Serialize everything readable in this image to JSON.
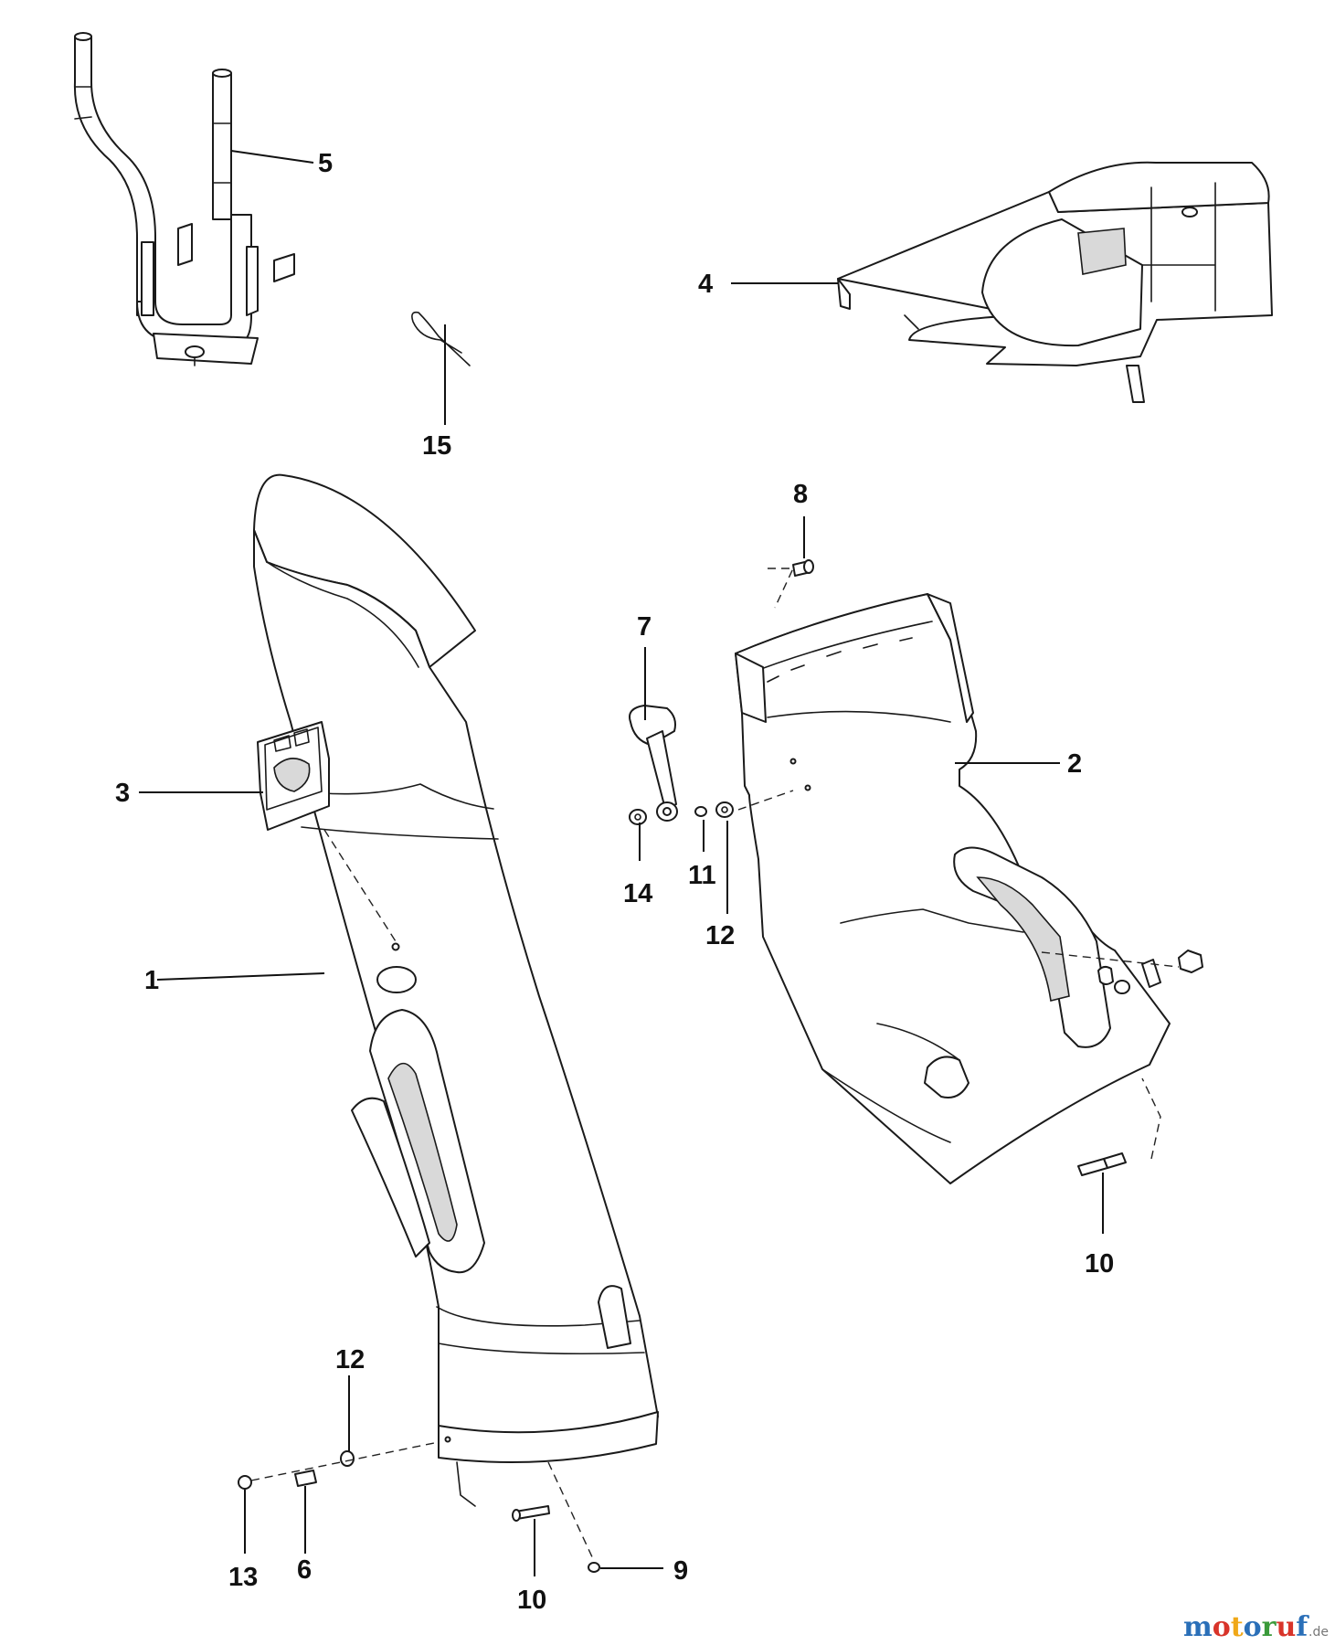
{
  "callouts": {
    "c1": "1",
    "c2": "2",
    "c3": "3",
    "c4": "4",
    "c5": "5",
    "c6": "6",
    "c7": "7",
    "c8": "8",
    "c9": "9",
    "c10a": "10",
    "c10b": "10",
    "c11": "11",
    "c12a": "12",
    "c12b": "12",
    "c13": "13",
    "c14": "14",
    "c15": "15"
  },
  "watermark": {
    "letters": [
      "m",
      "o",
      "t",
      "o",
      "r",
      "u",
      "f"
    ],
    "colors": [
      "#2a6fb8",
      "#d8342a",
      "#f0a818",
      "#2a6fb8",
      "#3a9a3a",
      "#d8342a",
      "#2a6fb8"
    ],
    "suffix": ".de"
  }
}
